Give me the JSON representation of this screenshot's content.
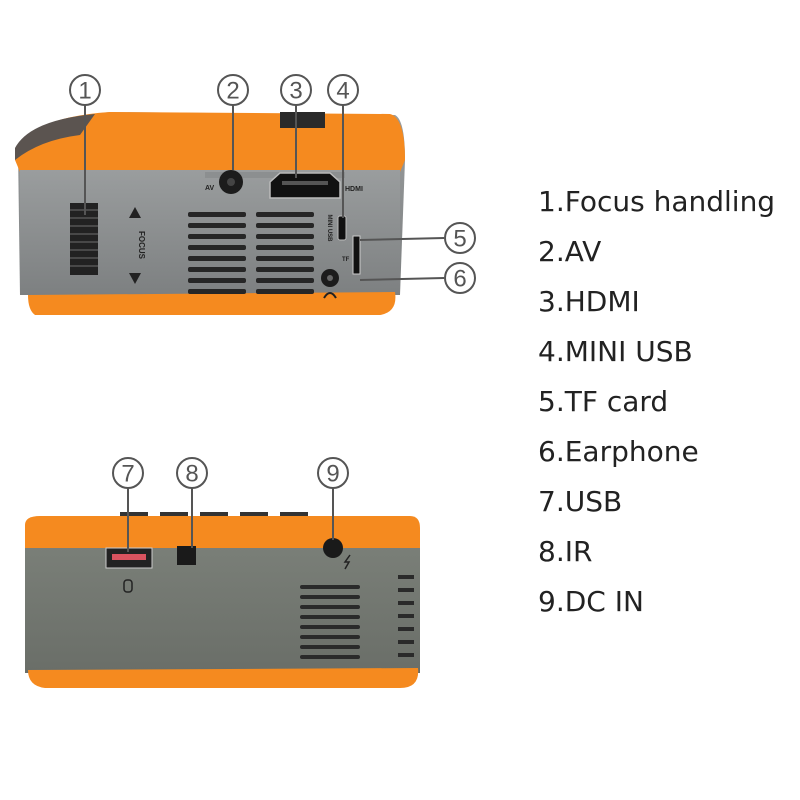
{
  "colors": {
    "orange": "#f58a1f",
    "gray": "#8c8f90",
    "dark": "#1c1c1c"
  },
  "callouts": [
    "1",
    "2",
    "3",
    "4",
    "5",
    "6",
    "7",
    "8",
    "9"
  ],
  "device_labels": {
    "av": "AV",
    "hdmi": "HDMI",
    "mini_usb": "MINI USB",
    "tf": "TF",
    "focus": "FOCUS"
  },
  "legend": [
    "1.Focus handling",
    "2.AV",
    "3.HDMI",
    "4.MINI USB",
    "5.TF card",
    "6.Earphone",
    "7.USB",
    "8.IR",
    "9.DC IN"
  ]
}
